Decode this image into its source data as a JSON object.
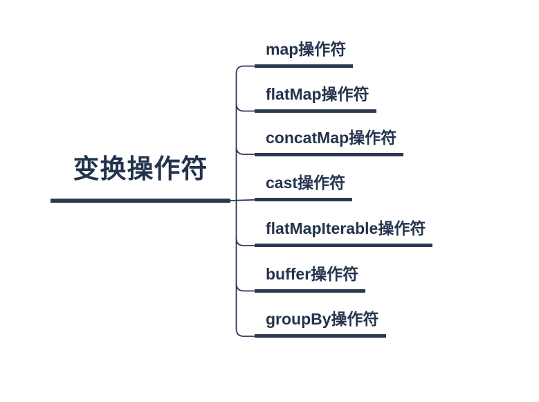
{
  "diagram": {
    "type": "mindmap",
    "root": {
      "label": "变换操作符"
    },
    "branches": [
      {
        "label": "map操作符"
      },
      {
        "label": "flatMap操作符"
      },
      {
        "label": "concatMap操作符"
      },
      {
        "label": "cast操作符"
      },
      {
        "label": "flatMapIterable操作符"
      },
      {
        "label": "buffer操作符"
      },
      {
        "label": "groupBy操作符"
      }
    ],
    "colors": {
      "text": "#24334d",
      "bar": "#2a3950",
      "line": "#2b3a52",
      "background": "#ffffff"
    }
  }
}
